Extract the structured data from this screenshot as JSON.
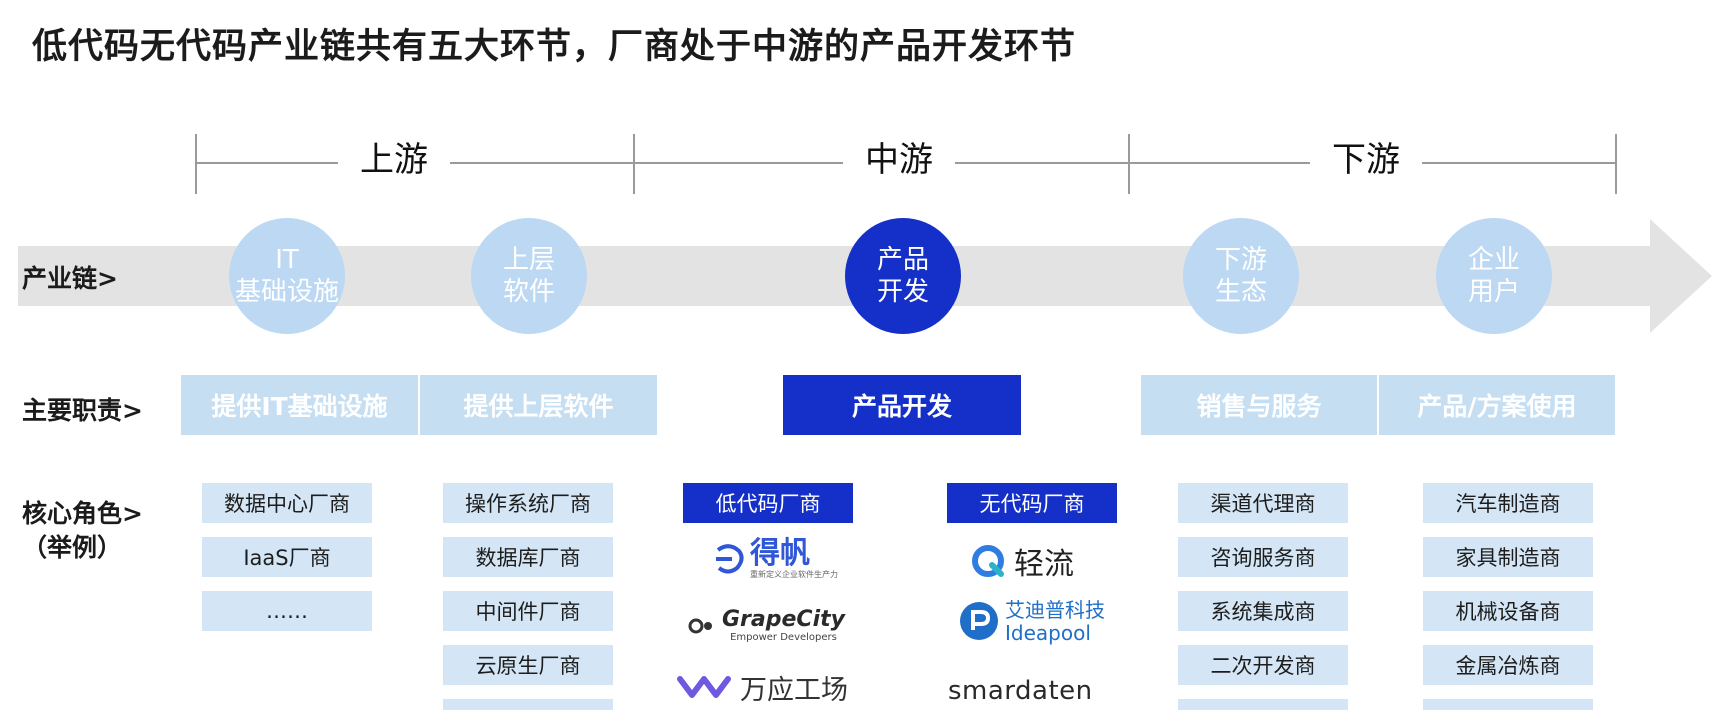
{
  "title": "低代码无代码产业链共有五大环节，厂商处于中游的产品开发环节",
  "segments": [
    {
      "label": "上游"
    },
    {
      "label": "中游"
    },
    {
      "label": "下游"
    }
  ],
  "row_labels": {
    "chain": "产业链>",
    "duties": "主要职责>",
    "roles": "核心角色>",
    "roles_note": "（举例）"
  },
  "chain_nodes": [
    {
      "line1": "IT",
      "line2": "基础设施"
    },
    {
      "line1": "上层",
      "line2": "软件"
    },
    {
      "line1": "产品",
      "line2": "开发"
    },
    {
      "line1": "下游",
      "line2": "生态"
    },
    {
      "line1": "企业",
      "line2": "用户"
    }
  ],
  "duties": [
    "提供IT基础设施",
    "提供上层软件",
    "产品开发",
    "销售与服务",
    "产品/方案使用"
  ],
  "roles": {
    "it_infra": [
      "数据中心厂商",
      "IaaS厂商",
      "……"
    ],
    "upper_software": [
      "操作系统厂商",
      "数据库厂商",
      "中间件厂商",
      "云原生厂商"
    ],
    "lowcode_header": "低代码厂商",
    "nocode_header": "无代码厂商",
    "channel": [
      "渠道代理商",
      "咨询服务商",
      "系统集成商",
      "二次开发商"
    ],
    "users": [
      "汽车制造商",
      "家具制造商",
      "机械设备商",
      "金属冶炼商"
    ]
  },
  "logos": {
    "defan": {
      "name": "得帆",
      "tagline": "重新定义企业软件生产力"
    },
    "grapecity": {
      "name": "GrapeCity",
      "tagline": "Empower Developers"
    },
    "wanying": {
      "name": "万应工场"
    },
    "qingliu": {
      "name": "轻流"
    },
    "ideapool": {
      "name_cn": "艾迪普科技",
      "name_en": "Ideapool"
    },
    "smardaten": {
      "name": "smardaten"
    }
  },
  "colors": {
    "active_blue": "#1530c8",
    "light_blue": "#bcd8f2",
    "band_gray": "#e3e3e3"
  }
}
